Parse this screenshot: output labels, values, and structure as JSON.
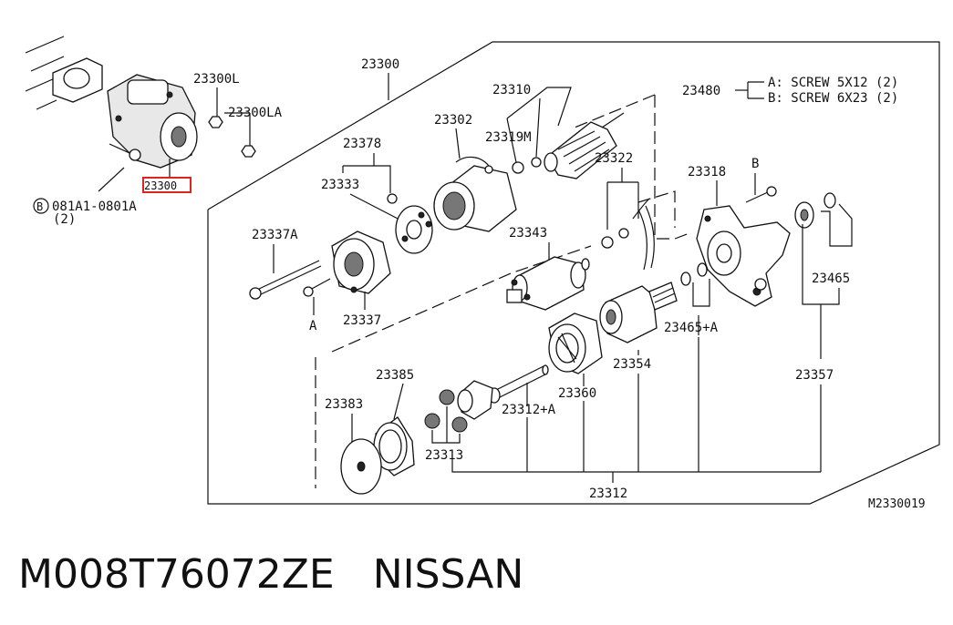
{
  "caption": {
    "part_number": "M008T76072ZE",
    "brand": "NISSAN"
  },
  "diagram": {
    "code": "M2330019",
    "highlight_color": "#e0241b",
    "labels": {
      "l23300L": "23300L",
      "l23300LA": "23300LA",
      "l23300_small": "23300",
      "bolt_code": "081A1-0801A",
      "bolt_qty": "(2)",
      "bolt_circle": "B",
      "l23300": "23300",
      "l23310": "23310",
      "l23302": "23302",
      "l23319M": "23319M",
      "l23378": "23378",
      "l23333": "23333",
      "l23322": "23322",
      "l23318": "23318",
      "mark_B": "B",
      "l23337A": "23337A",
      "mark_A": "A",
      "l23337": "23337",
      "l23343": "23343",
      "l23465": "23465",
      "l23465A": "23465+A",
      "l23354": "23354",
      "l23385": "23385",
      "l23383": "23383",
      "l23312A": "23312+A",
      "l23360": "23360",
      "l23357": "23357",
      "l23313": "23313",
      "l23312": "23312",
      "l23480": "23480",
      "screw_a": "A: SCREW 5X12 (2)",
      "screw_b": "B: SCREW 6X23 (2)"
    }
  }
}
